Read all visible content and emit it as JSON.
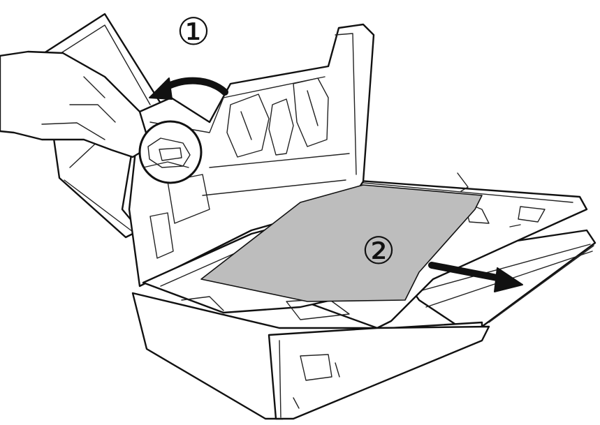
{
  "figure": {
    "steps": [
      {
        "number": "①",
        "action": "open-lid"
      },
      {
        "number": "②",
        "action": "pull-out-paper"
      }
    ],
    "colors": {
      "line": "#111111",
      "paper": "#bdbdbd",
      "background": "#ffffff"
    },
    "icons": [
      "hand-icon",
      "lid-release-lever-icon",
      "curved-arrow-icon",
      "straight-arrow-icon"
    ]
  }
}
